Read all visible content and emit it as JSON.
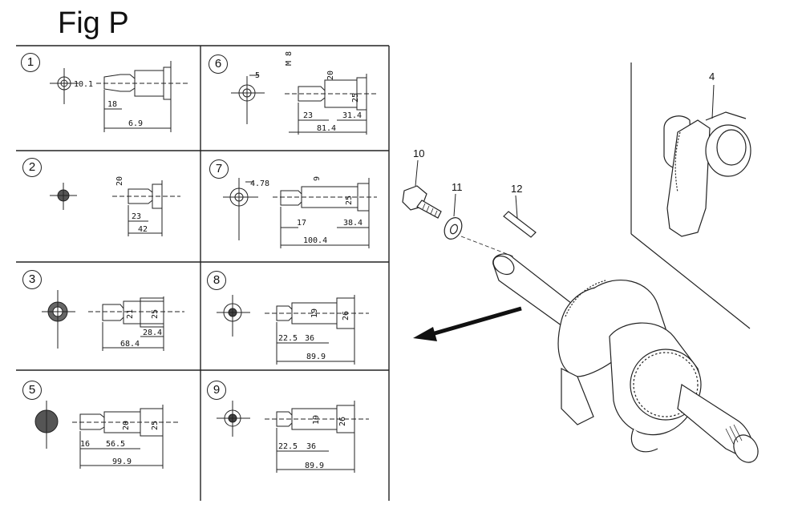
{
  "title": "Fig P",
  "cells": [
    {
      "id": "1",
      "dims": [
        "10.1",
        "18",
        "6.9"
      ]
    },
    {
      "id": "6",
      "dims": [
        "5",
        "M 8",
        "20",
        "25",
        "23",
        "31.4",
        "81.4"
      ]
    },
    {
      "id": "2",
      "dims": [
        "20",
        "23",
        "42"
      ]
    },
    {
      "id": "7",
      "dims": [
        "4.78",
        "9",
        "25",
        "17",
        "38.4",
        "100.4"
      ]
    },
    {
      "id": "3",
      "dims": [
        "21",
        "25",
        "28.4",
        "68.4"
      ]
    },
    {
      "id": "8",
      "dims": [
        "19",
        "26",
        "22.5",
        "36",
        "89.9"
      ]
    },
    {
      "id": "5",
      "dims": [
        "20",
        "25",
        "16",
        "56.5",
        "99.9"
      ]
    },
    {
      "id": "9",
      "dims": [
        "19",
        "26",
        "22.5",
        "36",
        "89.9"
      ]
    }
  ],
  "callouts": [
    "10",
    "11",
    "12",
    "4"
  ]
}
